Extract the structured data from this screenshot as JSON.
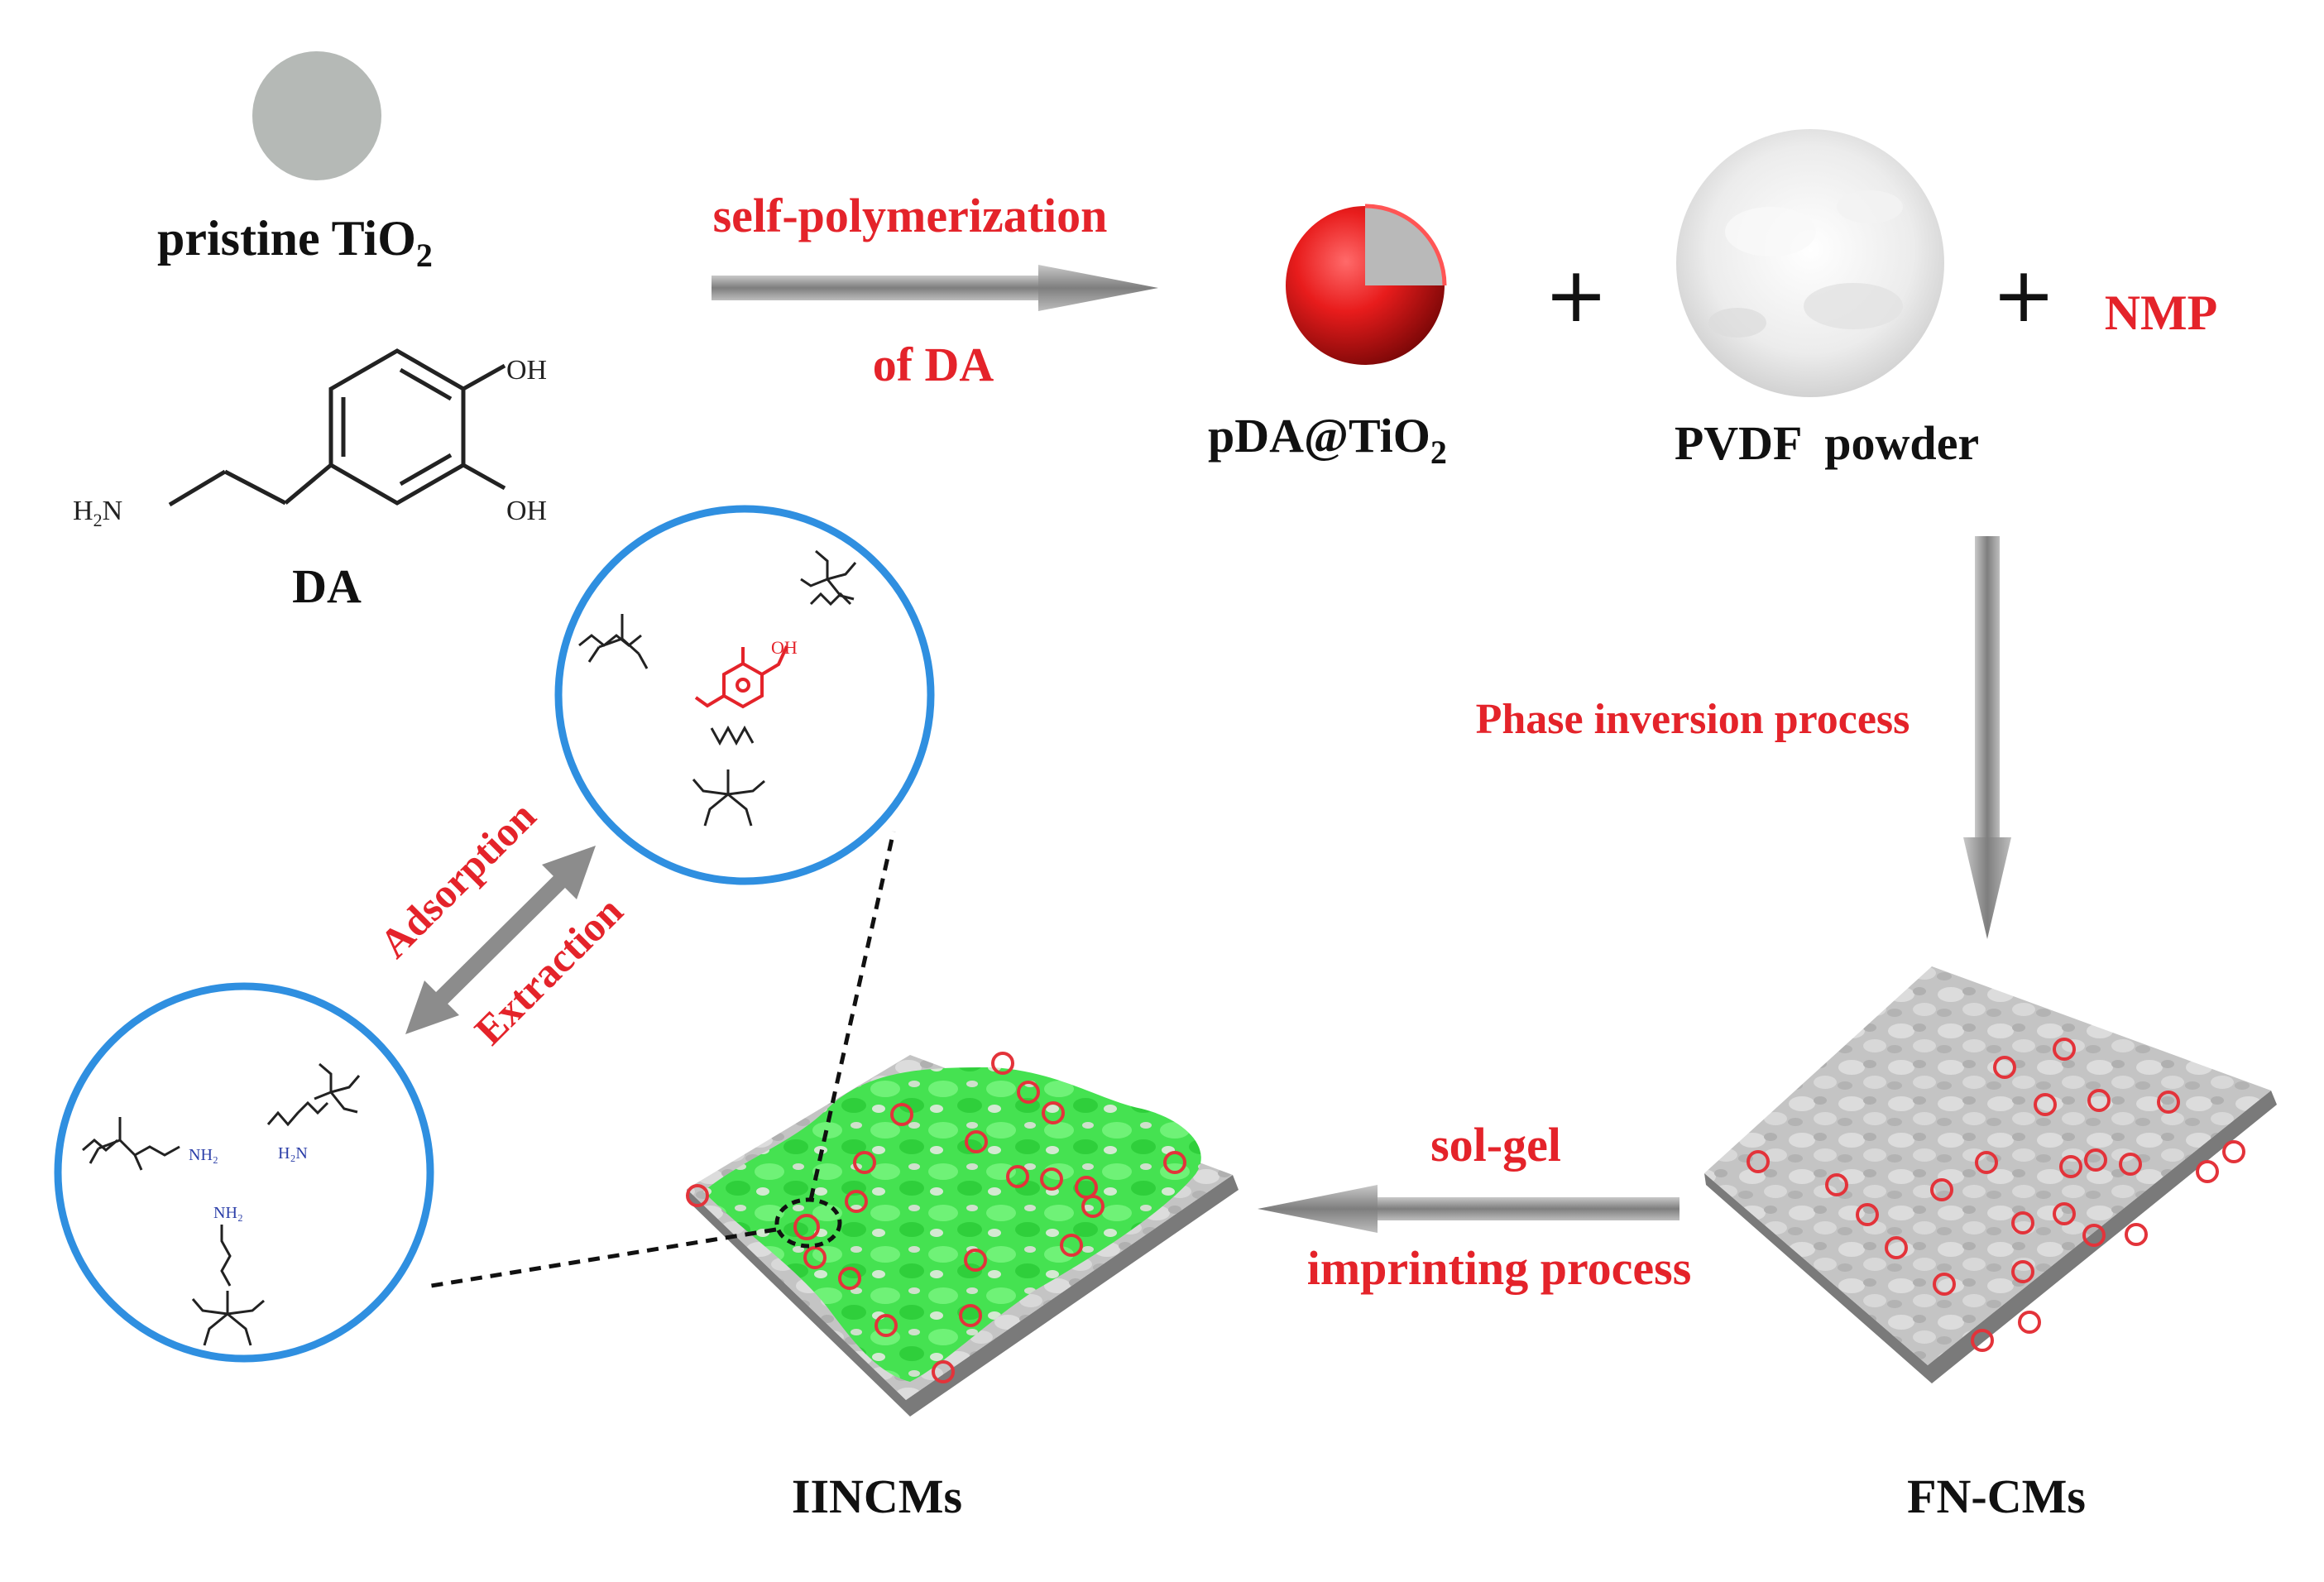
{
  "materials": {
    "tio2_label": "pristine TiO",
    "tio2_subscript": "2",
    "da_label": "DA",
    "pda_label": "pDA@TiO",
    "pda_subscript": "2",
    "pvdf_label": "PVDF  powder",
    "nmp_label": "NMP",
    "plus": "+"
  },
  "molecule_da": {
    "oh_top": "OH",
    "oh_bottom": "OH",
    "amine": "H",
    "amine_sub": "2",
    "amine_n": "N"
  },
  "steps": {
    "self_polymerization_line1": "self-polymerization",
    "self_polymerization_line2": "of DA",
    "phase_inversion": "Phase inversion process",
    "sol_gel_line1": "sol-gel",
    "sol_gel_line2": "imprinting process",
    "adsorption": "Adsorption",
    "extraction": "Extraction"
  },
  "membranes": {
    "iincms_label": "IINCMs",
    "fncms_label": "FN-CMs"
  },
  "colors": {
    "label_red": "#e4232a",
    "label_black": "#111111",
    "circle_blue": "#2f8fe0",
    "arrow_gray": "#8c8c8c",
    "membrane_gray": "#bdbdbd",
    "imprint_green": "#3fe24a",
    "pore_red": "#e3333a"
  }
}
